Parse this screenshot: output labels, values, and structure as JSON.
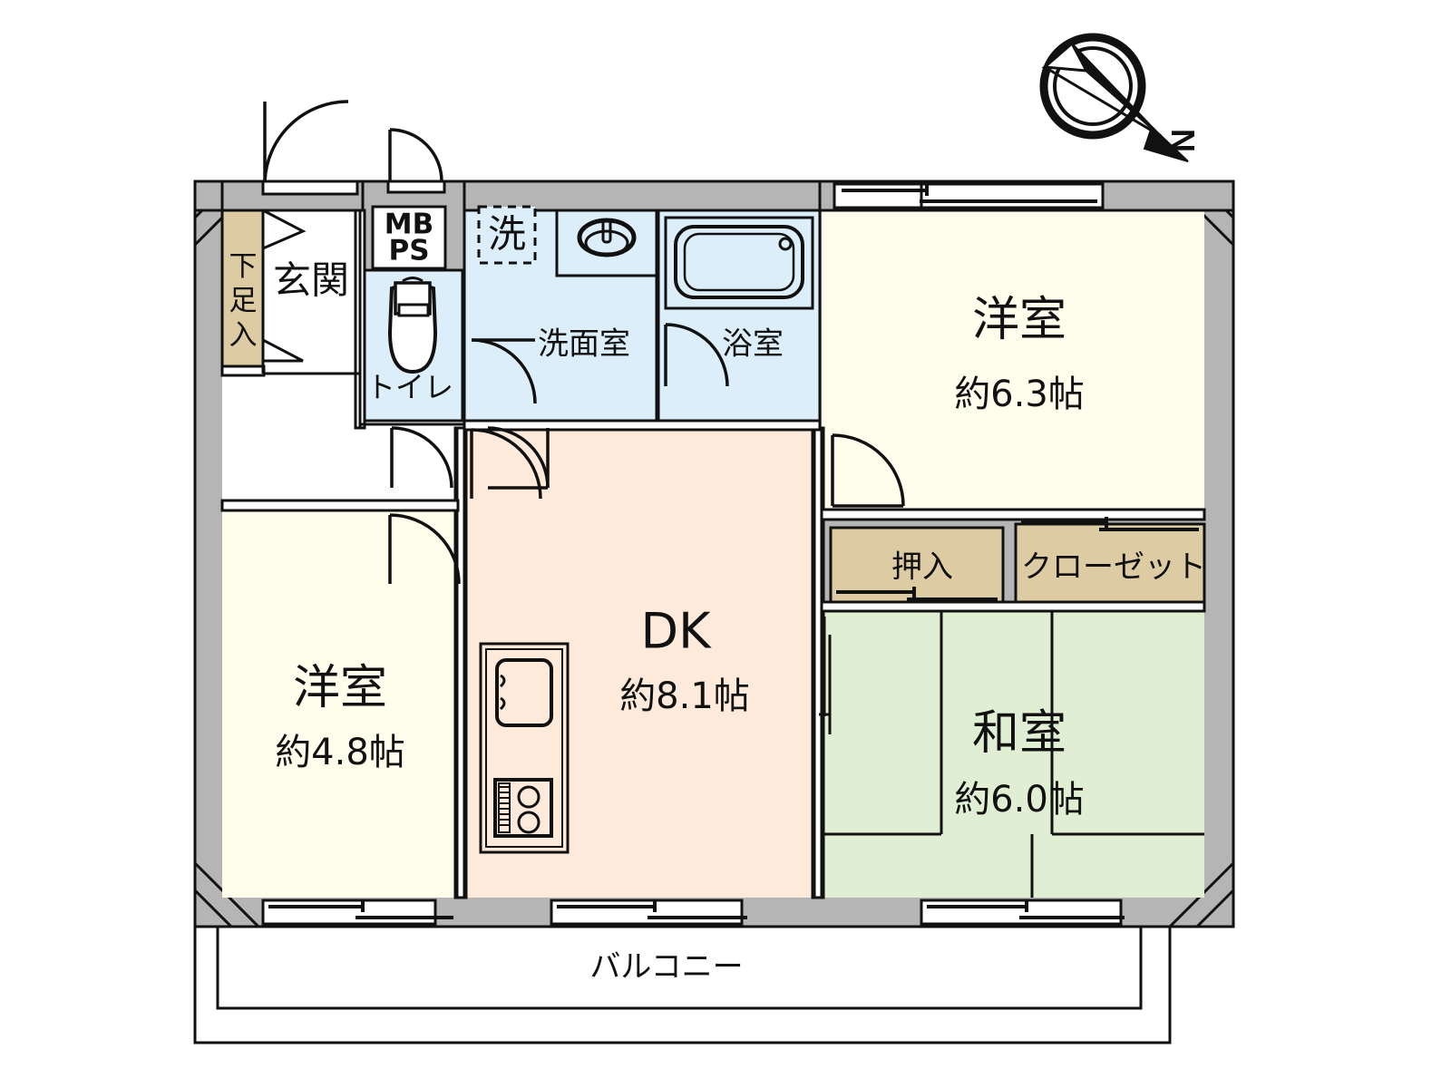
{
  "plan": {
    "title_alt": "間取り図",
    "compass": {
      "label": "N"
    },
    "rooms": [
      {
        "id": "genkan",
        "name": "玄関",
        "area": ""
      },
      {
        "id": "geta",
        "name": "下足入",
        "area": ""
      },
      {
        "id": "mbps",
        "name_line1": "MB",
        "name_line2": "PS"
      },
      {
        "id": "sen",
        "name": "洗",
        "area": ""
      },
      {
        "id": "toilet",
        "name": "トイレ",
        "area": ""
      },
      {
        "id": "senmen",
        "name": "洗面室",
        "area": ""
      },
      {
        "id": "yokushitsu",
        "name": "浴室",
        "area": ""
      },
      {
        "id": "yoshitsu63",
        "name": "洋室",
        "area": "約6.3帖"
      },
      {
        "id": "oshiire",
        "name": "押入",
        "area": ""
      },
      {
        "id": "closet",
        "name": "クローゼット",
        "area": ""
      },
      {
        "id": "washitsu",
        "name": "和室",
        "area": "約6.0帖"
      },
      {
        "id": "dk",
        "name": "DK",
        "area": "約8.1帖"
      },
      {
        "id": "yoshitsu48",
        "name": "洋室",
        "area": "約4.8帖"
      },
      {
        "id": "balcony",
        "name": "バルコニー",
        "area": ""
      }
    ],
    "colors": {
      "wall": "#b5b5b5",
      "outline": "#111111",
      "cream": "#fffdec",
      "peach": "#fdeada",
      "green": "#e0eed3",
      "blue": "#ddeefb",
      "tan": "#ddcba4",
      "white": "#ffffff"
    }
  }
}
